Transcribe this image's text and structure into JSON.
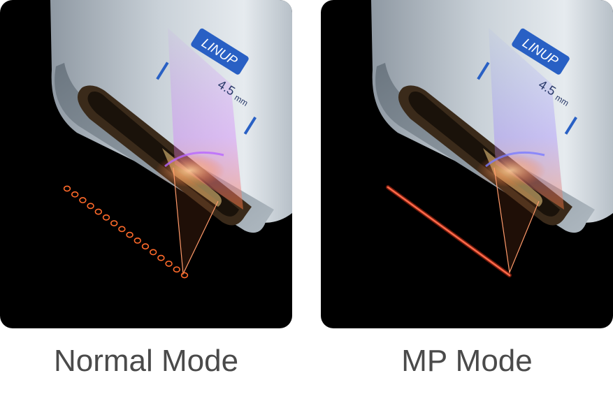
{
  "panels": [
    {
      "caption": "Normal Mode",
      "brand_label": "LINUP",
      "depth_label": "4.5",
      "depth_unit": "mm",
      "pattern": "dots",
      "dot_count": 16,
      "accent_color": "#ff6a2a"
    },
    {
      "caption": "MP Mode",
      "brand_label": "LINUP",
      "depth_label": "4.5",
      "depth_unit": "mm",
      "pattern": "line",
      "accent_color": "#ff4a2a"
    }
  ]
}
